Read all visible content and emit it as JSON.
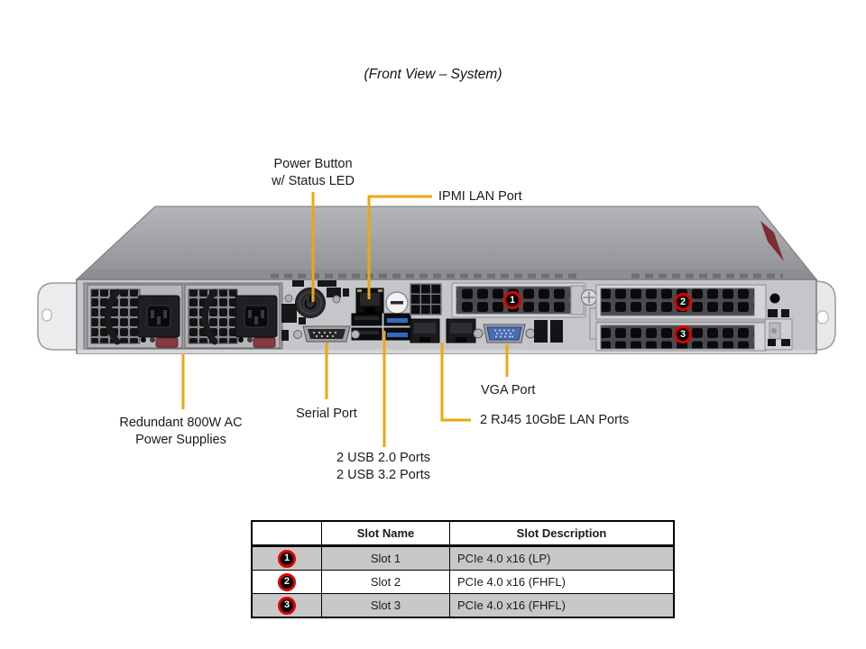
{
  "title": "(Front View – System)",
  "callouts": {
    "power_button_line1": "Power Button",
    "power_button_line2": "w/ Status LED",
    "ipmi": "IPMI LAN Port",
    "vga": "VGA Port",
    "rj45": "2 RJ45 10GbE LAN Ports",
    "serial": "Serial Port",
    "usb_line1": "2 USB 2.0 Ports",
    "usb_line2": "2 USB 3.2 Ports",
    "psu_line1": "Redundant 800W AC",
    "psu_line2": "Power Supplies"
  },
  "chassis_badges": {
    "slot1": "1",
    "slot2": "2",
    "slot3": "3"
  },
  "table": {
    "headers": {
      "badge": "",
      "name": "Slot Name",
      "description": "Slot Description"
    },
    "rows": [
      {
        "badge": "1",
        "name": "Slot 1",
        "description": "PCIe 4.0 x16 (LP)"
      },
      {
        "badge": "2",
        "name": "Slot 2",
        "description": "PCIe 4.0 x16 (FHFL)"
      },
      {
        "badge": "3",
        "name": "Slot 3",
        "description": "PCIe 4.0 x16 (FHFL)"
      }
    ]
  },
  "colors": {
    "callout_line": "#ECA80D",
    "badge_ring": "#E10000",
    "row_shade": "#C8C8C8",
    "chassis_top": "#9B9C9F",
    "chassis_face": "#C5C6CA"
  }
}
